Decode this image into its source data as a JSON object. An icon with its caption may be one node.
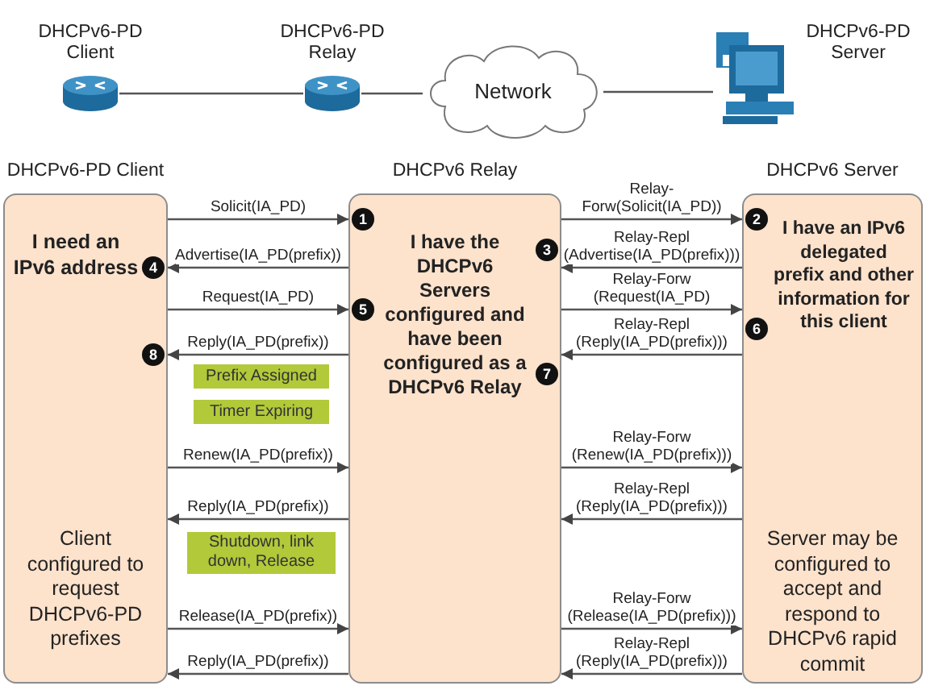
{
  "diagram": {
    "nodes": [
      {
        "text": [],
        "shape": "router",
        "beside": [
          "DHCPv6-PD Client"
        ]
      },
      {
        "text": [],
        "shape": "router",
        "beside": [
          "DHCPv6-PD Relay"
        ]
      },
      {
        "text": [
          "Network"
        ]
      },
      {
        "text": [],
        "shape": "computer",
        "beside": [
          "DHCPv6-PD Server"
        ]
      },
      {
        "text": [
          "DHCPv6-PD Client",
          "I need an IPv6 address",
          "Client configured to request DHCPv6-PD prefixes"
        ]
      },
      {
        "text": [
          "DHCPv6 Relay",
          "I have the DHCPv6 Servers configured and have been configured as a DHCPv6 Relay"
        ]
      },
      {
        "text": [
          "DHCPv6 Server",
          "I have an IPv6 delegated prefix and other information for this client",
          "Server may be configured to accept and respond to DHCPv6 rapid commit"
        ]
      },
      {
        "text": [
          "Prefix Assigned"
        ]
      },
      {
        "text": [
          "Timer Expiring"
        ]
      },
      {
        "text": [
          "Shutdown, link down, Release"
        ]
      }
    ],
    "edges": [
      {
        "from": 0,
        "to": 1,
        "arrow": "none"
      },
      {
        "from": 1,
        "to": 2,
        "arrow": "none"
      },
      {
        "from": 2,
        "to": 3,
        "arrow": "none"
      },
      {
        "from": 4,
        "to": 5,
        "arrow": "to",
        "label": "Solicit(IA_PD)"
      },
      {
        "from": 5,
        "to": 6,
        "arrow": "to",
        "label": "Relay-Forw(Solicit(IA_PD))"
      },
      {
        "from": 6,
        "to": 5,
        "arrow": "to",
        "label": "Relay-Repl (Advertise(IA_PD(prefix)))"
      },
      {
        "from": 5,
        "to": 4,
        "arrow": "to",
        "label": "Advertise(IA_PD(prefix))"
      },
      {
        "from": 4,
        "to": 5,
        "arrow": "to",
        "label": "Request(IA_PD)"
      },
      {
        "from": 5,
        "to": 6,
        "arrow": "to",
        "label": "Relay-Forw (Request(IA_PD)"
      },
      {
        "from": 6,
        "to": 5,
        "arrow": "to",
        "label": "Relay-Repl (Reply(IA_PD(prefix)))"
      },
      {
        "from": 5,
        "to": 4,
        "arrow": "to",
        "label": "Reply(IA_PD(prefix))"
      },
      {
        "from": 4,
        "to": 5,
        "arrow": "to",
        "label": "Renew(IA_PD(prefix))"
      },
      {
        "from": 5,
        "to": 6,
        "arrow": "to",
        "label": "Relay-Forw (Renew(IA_PD(prefix)))"
      },
      {
        "from": 5,
        "to": 4,
        "arrow": "to",
        "label": "Reply(IA_PD(prefix))"
      },
      {
        "from": 6,
        "to": 5,
        "arrow": "to",
        "label": "Relay-Repl (Reply(IA_PD(prefix)))"
      },
      {
        "from": 4,
        "to": 5,
        "arrow": "to",
        "label": "Release(IA_PD(prefix))"
      },
      {
        "from": 5,
        "to": 6,
        "arrow": "to",
        "label": "Relay-Forw (Release(IA_PD(prefix)))"
      },
      {
        "from": 6,
        "to": 5,
        "arrow": "to",
        "label": "Relay-Repl (Reply(IA_PD(prefix)))"
      },
      {
        "from": 5,
        "to": 4,
        "arrow": "to",
        "label": "Reply(IA_PD(prefix))"
      }
    ],
    "labels": [
      "1",
      "2",
      "3",
      "4",
      "5",
      "6",
      "8",
      "7"
    ]
  }
}
